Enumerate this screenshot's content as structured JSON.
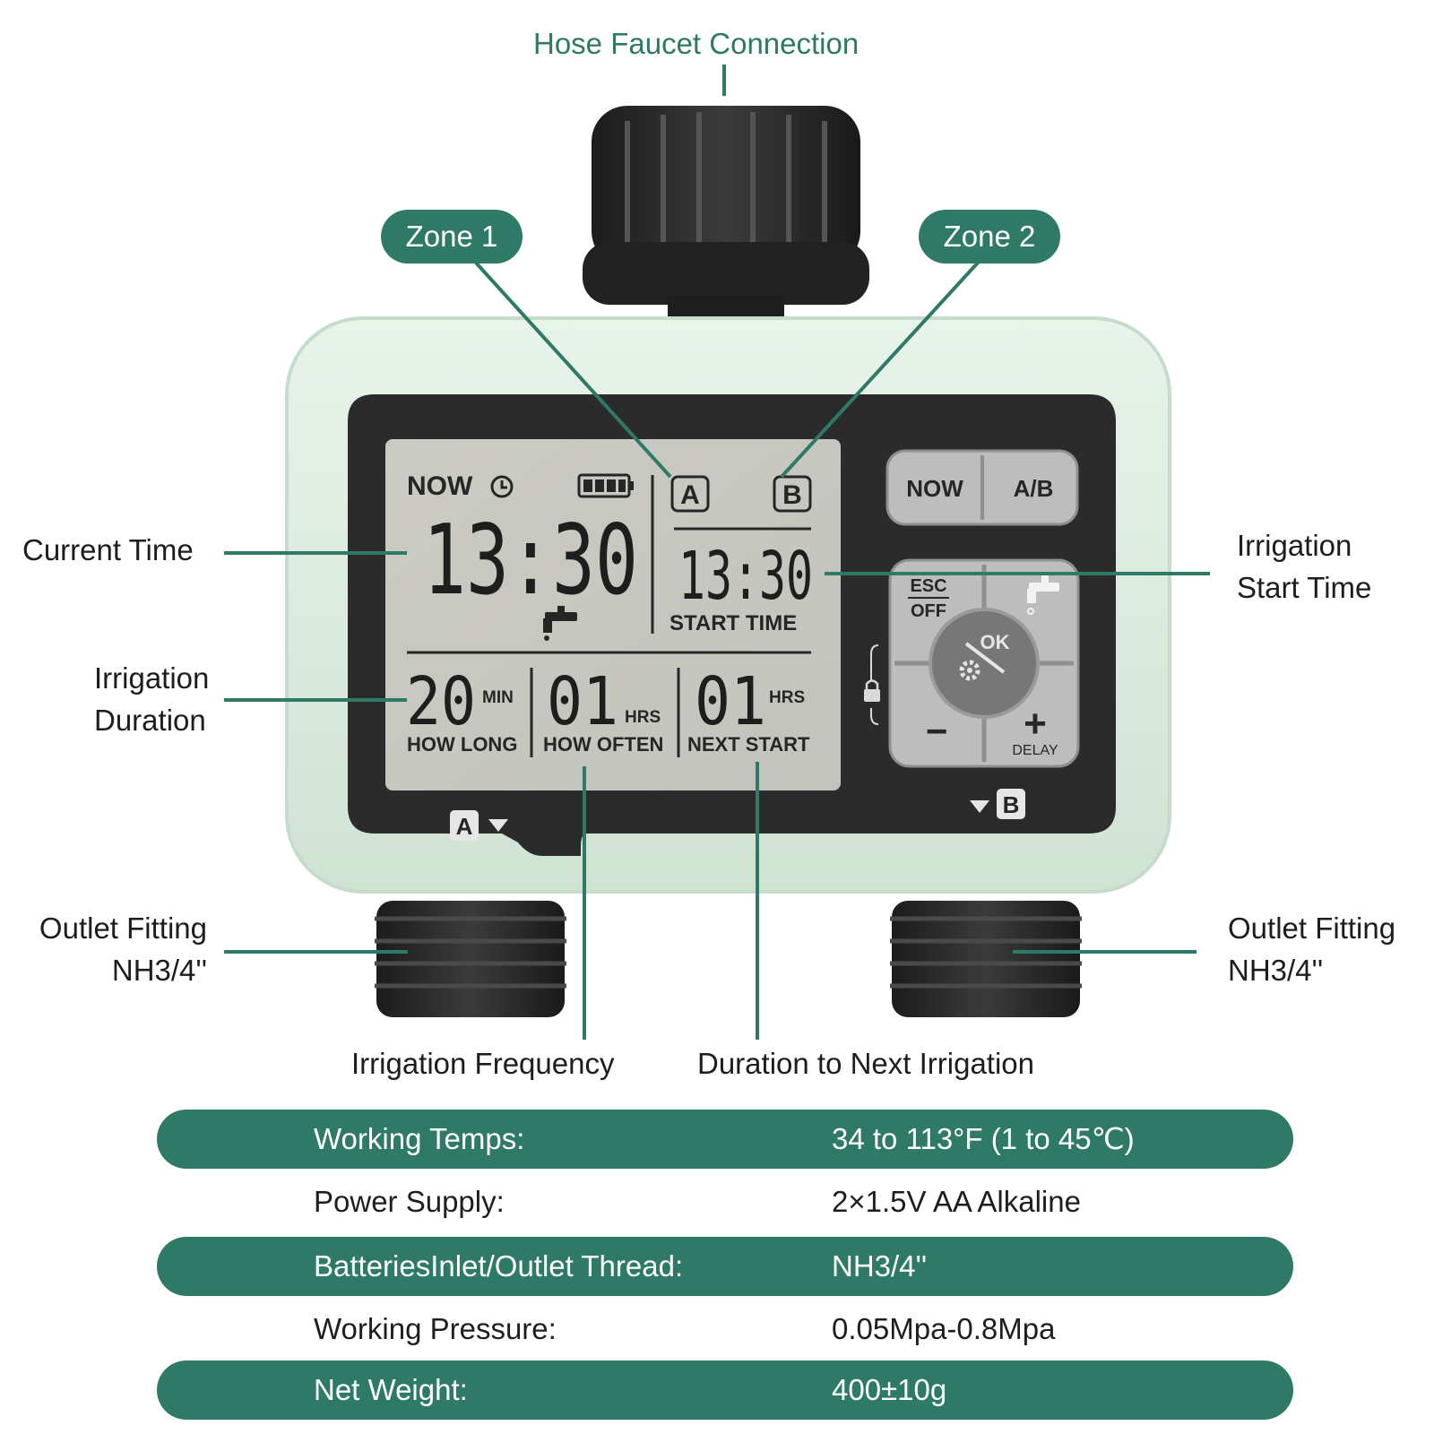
{
  "callouts": {
    "hose_faucet": "Hose Faucet Connection",
    "zone1": "Zone 1",
    "zone2": "Zone 2",
    "current_time": "Current Time",
    "irrigation_start_line1": "Irrigation",
    "irrigation_start_line2": "Start Time",
    "irrigation_duration_line1": "Irrigation",
    "irrigation_duration_line2": "Duration",
    "outlet_left_line1": "Outlet Fitting",
    "outlet_left_line2": "NH3/4''",
    "outlet_right_line1": "Outlet Fitting",
    "outlet_right_line2": "NH3/4''",
    "irrigation_frequency": "Irrigation Frequency",
    "next_irrigation": "Duration to Next Irrigation"
  },
  "lcd": {
    "now_label": "NOW",
    "current_time": "13:30",
    "zone_a": "A",
    "zone_b": "B",
    "start_time": "13:30",
    "start_time_label": "START TIME",
    "how_long_value": "20",
    "how_long_unit": "MIN",
    "how_long_label": "HOW LONG",
    "how_often_value": "01",
    "how_often_unit": "HRS",
    "how_often_label": "HOW OFTEN",
    "next_start_value": "01",
    "next_start_unit": "HRS",
    "next_start_label": "NEXT START"
  },
  "buttons": {
    "now": "NOW",
    "ab": "A/B",
    "esc": "ESC",
    "off": "OFF",
    "ok": "OK",
    "minus": "−",
    "plus": "+",
    "delay": "DELAY"
  },
  "outlet_marks": {
    "a": "A",
    "b": "B"
  },
  "specs": [
    {
      "key": "Working Temps:",
      "value": "34 to 113°F (1 to 45℃)"
    },
    {
      "key": "Power Supply:",
      "value": "2×1.5V AA Alkaline"
    },
    {
      "key": "BatteriesInlet/Outlet Thread:",
      "value": "NH3/4''"
    },
    {
      "key": "Working Pressure:",
      "value": "0.05Mpa-0.8Mpa"
    },
    {
      "key": "Net Weight:",
      "value": "400±10g"
    }
  ],
  "colors": {
    "accent": "#2e7a67",
    "body": "#dcebdd",
    "lcd": "#c9c9c2",
    "bezel": "#2b2b2b",
    "connector": "#2a2a2a"
  }
}
